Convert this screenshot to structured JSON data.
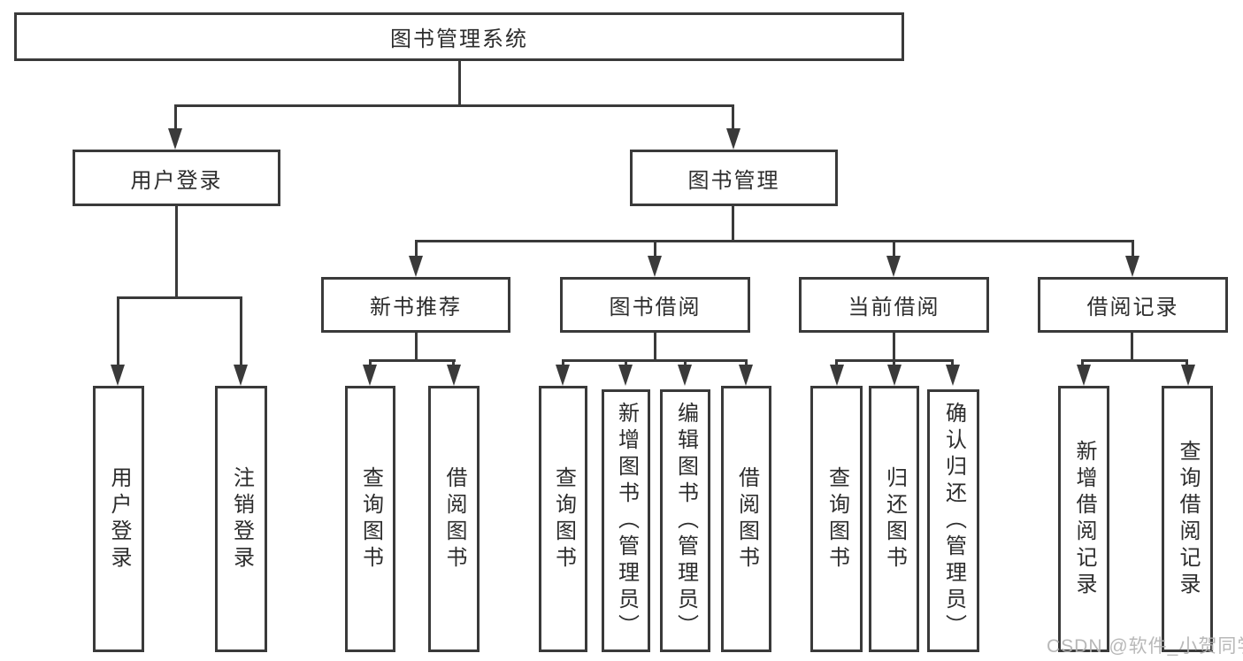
{
  "diagram": {
    "title": "图书管理系统",
    "root": {
      "label": "图书管理系统"
    },
    "branches": [
      {
        "label": "用户登录",
        "children": [
          {
            "label": "用户登录"
          },
          {
            "label": "注销登录"
          }
        ]
      },
      {
        "label": "图书管理",
        "children": [
          {
            "label": "新书推荐",
            "children": [
              {
                "label": "查询图书"
              },
              {
                "label": "借阅图书"
              }
            ]
          },
          {
            "label": "图书借阅",
            "children": [
              {
                "label": "查询图书"
              },
              {
                "label": "新增图书（管理员）"
              },
              {
                "label": "编辑图书（管理员）"
              },
              {
                "label": "借阅图书"
              }
            ]
          },
          {
            "label": "当前借阅",
            "children": [
              {
                "label": "查询图书"
              },
              {
                "label": "归还图书"
              },
              {
                "label": "确认归还（管理员）"
              }
            ]
          },
          {
            "label": "借阅记录",
            "children": [
              {
                "label": "新增借阅记录"
              },
              {
                "label": "查询借阅记录"
              }
            ]
          }
        ]
      }
    ]
  },
  "watermark": {
    "text": "CSDN @软件_小贺同学"
  },
  "colors": {
    "line": "#3a3a3a",
    "box_border": "#3a3a3a",
    "text": "#2d2d2d",
    "watermark": "#b2b2b2",
    "background": "#ffffff"
  }
}
